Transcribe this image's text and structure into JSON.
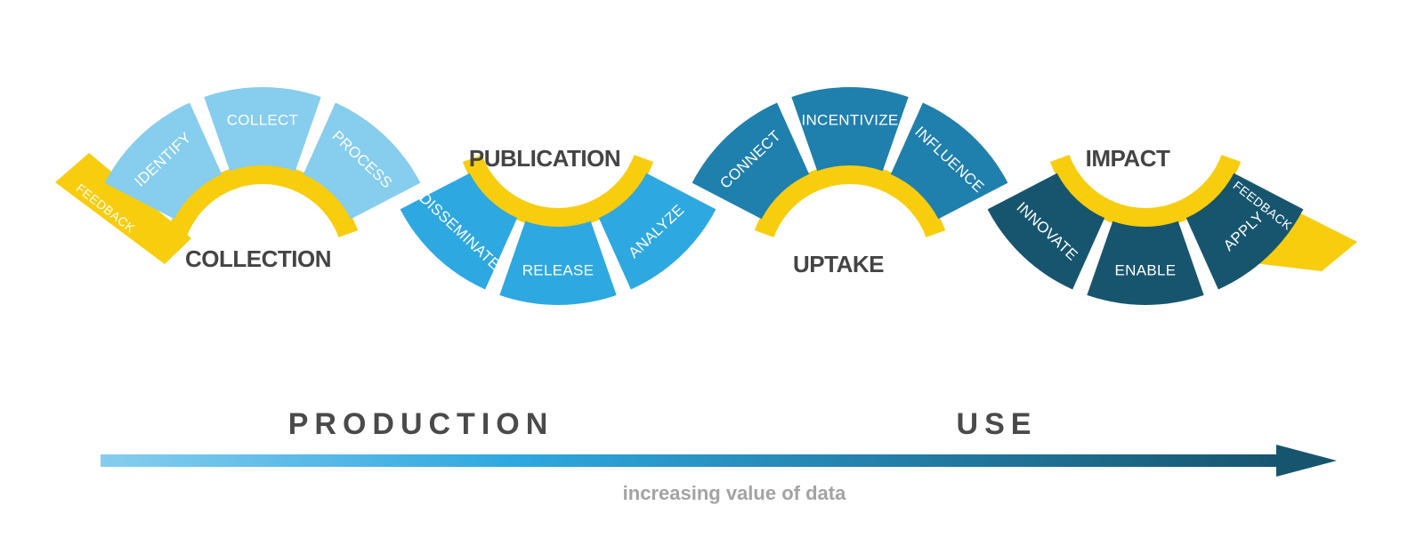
{
  "colors": {
    "feedback": "#F7CD0E",
    "collection": "#86CDEE",
    "publication": "#2EA8E0",
    "uptake": "#1F7FAD",
    "impact": "#17556F",
    "arrow_start": "#86CDEE",
    "arrow_mid": "#2EA8E0",
    "arrow_end": "#17556F"
  },
  "stages": [
    {
      "name": "COLLECTION",
      "steps": [
        "IDENTIFY",
        "COLLECT",
        "PROCESS"
      ]
    },
    {
      "name": "PUBLICATION",
      "steps": [
        "ANALYZE",
        "RELEASE",
        "DISSEMINATE"
      ]
    },
    {
      "name": "UPTAKE",
      "steps": [
        "CONNECT",
        "INCENTIVIZE",
        "INFLUENCE"
      ]
    },
    {
      "name": "IMPACT",
      "steps": [
        "APPLY",
        "ENABLE",
        "INNOVATE"
      ]
    }
  ],
  "feedback_label": "FEEDBACK",
  "phases": {
    "production": "PRODUCTION",
    "use": "USE"
  },
  "arrow_caption": "increasing value of data"
}
